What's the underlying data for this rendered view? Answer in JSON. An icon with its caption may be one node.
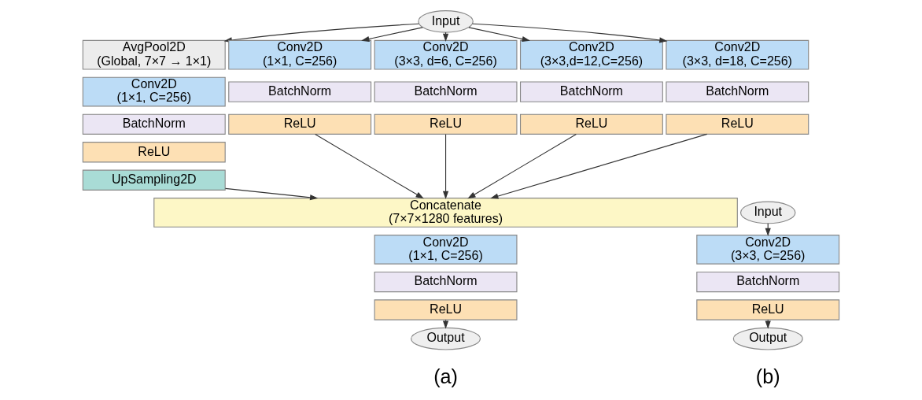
{
  "diagram": {
    "nodes": [
      {
        "text": [
          "Input"
        ]
      },
      {
        "text": [
          "AvgPool2D (Global, 7×7 → 1×1)"
        ]
      },
      {
        "text": [
          "Conv2D (1×1, C=256)"
        ]
      },
      {
        "text": [
          "BatchNorm"
        ]
      },
      {
        "text": [
          "ReLU"
        ]
      },
      {
        "text": [
          "UpSampling2D"
        ]
      },
      {
        "text": [
          "Conv2D (1×1, C=256)"
        ]
      },
      {
        "text": [
          "BatchNorm"
        ]
      },
      {
        "text": [
          "ReLU"
        ]
      },
      {
        "text": [
          "Conv2D (3×3, d=6, C=256)"
        ]
      },
      {
        "text": [
          "BatchNorm"
        ]
      },
      {
        "text": [
          "ReLU"
        ]
      },
      {
        "text": [
          "Conv2D (3×3,d=12,C=256)"
        ]
      },
      {
        "text": [
          "BatchNorm"
        ]
      },
      {
        "text": [
          "ReLU"
        ]
      },
      {
        "text": [
          "Conv2D (3×3, d=18, C=256)"
        ]
      },
      {
        "text": [
          "BatchNorm"
        ]
      },
      {
        "text": [
          "ReLU"
        ]
      },
      {
        "text": [
          "Concatenate (7×7×1280 features)"
        ]
      },
      {
        "text": [
          "Conv2D (1×1, C=256)"
        ]
      },
      {
        "text": [
          "BatchNorm"
        ]
      },
      {
        "text": [
          "ReLU"
        ]
      },
      {
        "text": [
          "Output"
        ]
      },
      {
        "text": [
          "Input"
        ]
      },
      {
        "text": [
          "Conv2D (3×3, C=256)"
        ]
      },
      {
        "text": [
          "BatchNorm"
        ]
      },
      {
        "text": [
          "ReLU"
        ]
      },
      {
        "text": [
          "Output"
        ]
      }
    ],
    "edges": [
      {
        "from": 0,
        "to": 1,
        "arrow": "to"
      },
      {
        "from": 0,
        "to": 6,
        "arrow": "to"
      },
      {
        "from": 0,
        "to": 9,
        "arrow": "to"
      },
      {
        "from": 0,
        "to": 12,
        "arrow": "to"
      },
      {
        "from": 0,
        "to": 15,
        "arrow": "to"
      },
      {
        "from": 5,
        "to": 18,
        "arrow": "to"
      },
      {
        "from": 8,
        "to": 18,
        "arrow": "to"
      },
      {
        "from": 11,
        "to": 18,
        "arrow": "to"
      },
      {
        "from": 14,
        "to": 18,
        "arrow": "to"
      },
      {
        "from": 17,
        "to": 18,
        "arrow": "to"
      },
      {
        "from": 21,
        "to": 22,
        "arrow": "to"
      },
      {
        "from": 23,
        "to": 24,
        "arrow": "to"
      },
      {
        "from": 26,
        "to": 27,
        "arrow": "to"
      }
    ],
    "labels": [
      "(a)",
      "(b)"
    ]
  }
}
